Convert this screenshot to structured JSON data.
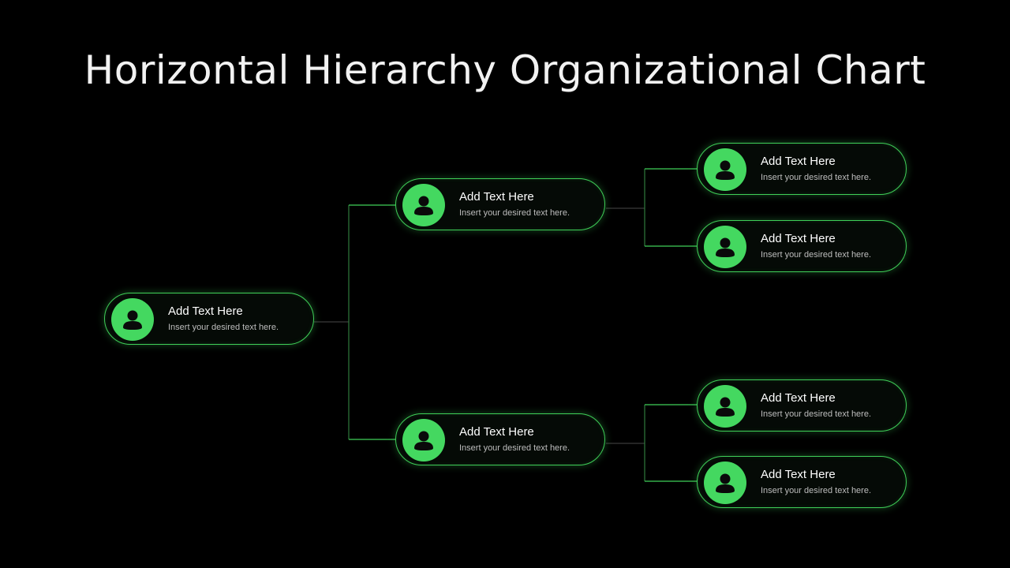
{
  "title": "Horizontal Hierarchy Organizational Chart",
  "colors": {
    "background": "#000000",
    "accent": "#44d860",
    "border": "#3fcf58",
    "line_dim": "#3a3a3a"
  },
  "nodes": {
    "root": {
      "title": "Add Text Here",
      "subtitle": "Insert your desired text here.",
      "icon": "person-icon"
    },
    "mid_top": {
      "title": "Add Text Here",
      "subtitle": "Insert your desired text here.",
      "icon": "person-icon"
    },
    "mid_bottom": {
      "title": "Add Text Here",
      "subtitle": "Insert your desired text here.",
      "icon": "person-icon"
    },
    "leaf_1": {
      "title": "Add Text Here",
      "subtitle": "Insert your desired text here.",
      "icon": "person-icon"
    },
    "leaf_2": {
      "title": "Add Text Here",
      "subtitle": "Insert your desired text here.",
      "icon": "person-icon"
    },
    "leaf_3": {
      "title": "Add Text Here",
      "subtitle": "Insert your desired text here.",
      "icon": "person-icon"
    },
    "leaf_4": {
      "title": "Add Text Here",
      "subtitle": "Insert your desired text here.",
      "icon": "person-icon"
    }
  }
}
